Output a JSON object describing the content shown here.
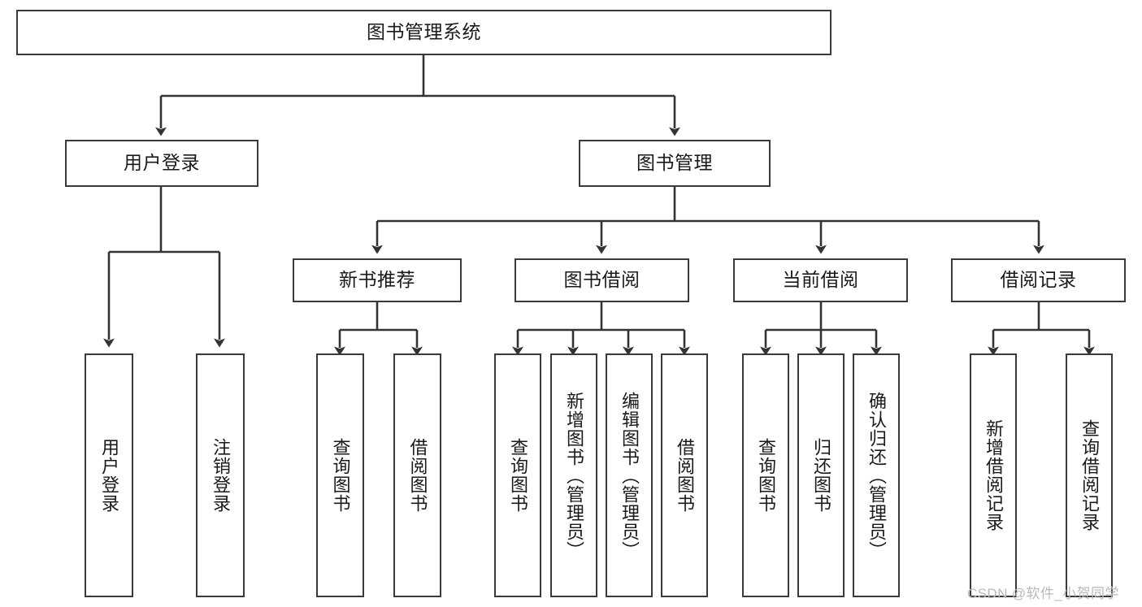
{
  "diagram": {
    "title": "图书管理系统",
    "type": "tree-hierarchy-diagram",
    "colors": {
      "box_border": "#3a3a3a",
      "box_fill": "#ffffff",
      "connector": "#333333",
      "text": "#1a1a1a",
      "watermark": "#b9b9b9",
      "background": "#ffffff"
    },
    "root": {
      "label": "图书管理系统"
    },
    "level1": [
      {
        "label": "用户登录"
      },
      {
        "label": "图书管理"
      }
    ],
    "level2": [
      {
        "label": "新书推荐"
      },
      {
        "label": "图书借阅"
      },
      {
        "label": "当前借阅"
      },
      {
        "label": "借阅记录"
      }
    ],
    "leaves": {
      "user_login": [
        {
          "label": "用户登录"
        },
        {
          "label": "注销登录"
        }
      ],
      "new_book_recommend": [
        {
          "label": "查询图书"
        },
        {
          "label": "借阅图书"
        }
      ],
      "book_borrow": [
        {
          "label": "查询图书"
        },
        {
          "label": "新增图书（管理员）"
        },
        {
          "label": "编辑图书（管理员）"
        },
        {
          "label": "借阅图书"
        }
      ],
      "current_borrow": [
        {
          "label": "查询图书"
        },
        {
          "label": "归还图书"
        },
        {
          "label": "确认归还（管理员）"
        }
      ],
      "borrow_record": [
        {
          "label": "新增借阅记录"
        },
        {
          "label": "查询借阅记录"
        }
      ]
    }
  },
  "watermark": {
    "text": "CSDN @软件_小贺同学"
  }
}
